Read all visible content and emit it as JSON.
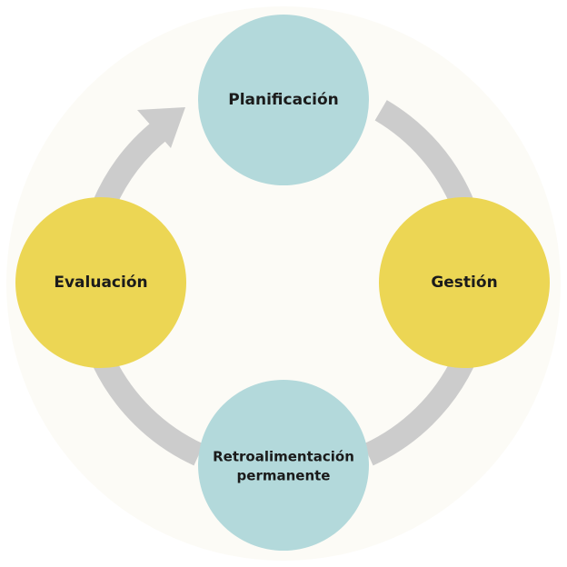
{
  "diagram": {
    "type": "cycle",
    "colors": {
      "background_halo": "#fcfbf6",
      "arrow": "#cccccc",
      "blue_node": "#b3d9db",
      "yellow_node": "#ecd654",
      "text": "#1b1b1b"
    },
    "nodes": {
      "planificacion": {
        "label": "Planificación"
      },
      "gestion": {
        "label": "Gestión"
      },
      "retroalimentacion": {
        "line1": "Retroalimentación",
        "line2": "permanente"
      },
      "evaluacion": {
        "label": "Evaluación"
      }
    },
    "flow": [
      "Planificación",
      "Gestión",
      "Retroalimentación permanente",
      "Evaluación",
      "Planificación"
    ]
  }
}
